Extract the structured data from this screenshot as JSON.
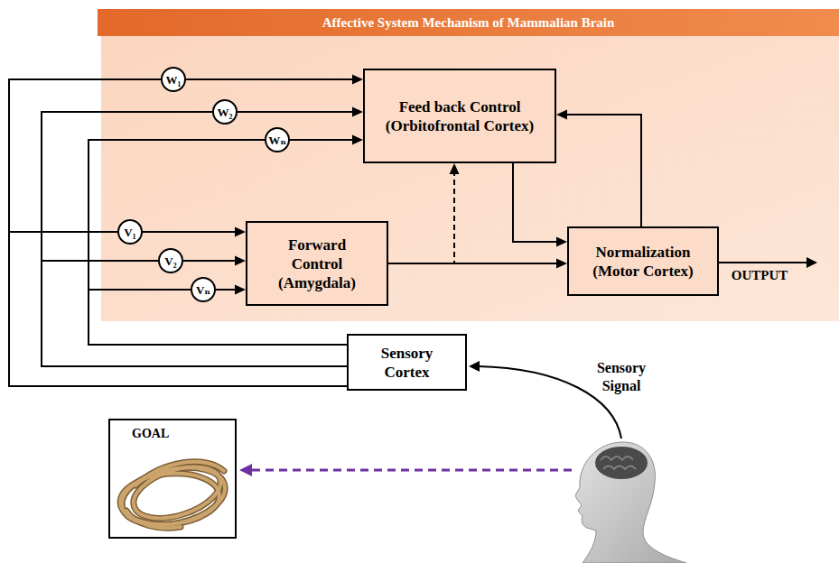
{
  "diagram": {
    "title": "Affective System Mechanism of Mammalian Brain",
    "nodes": [
      {
        "text": [
          "Feed back Control (Orbitofrontal Cortex)"
        ]
      },
      {
        "text": [
          "Forward Control (Amygdala)"
        ]
      },
      {
        "text": [
          "Normalization (Motor Cortex)"
        ]
      },
      {
        "text": [
          "Sensory Cortex"
        ]
      },
      {
        "text": [
          "W₁"
        ]
      },
      {
        "text": [
          "W₂"
        ]
      },
      {
        "text": [
          "Wₙ"
        ]
      },
      {
        "text": [
          "V₁"
        ]
      },
      {
        "text": [
          "V₂"
        ]
      },
      {
        "text": [
          "Vₙ"
        ]
      },
      {
        "text": [
          "GOAL"
        ]
      }
    ],
    "edges": [
      {
        "from": 3,
        "to": 4,
        "arrow": "none"
      },
      {
        "from": 3,
        "to": 5,
        "arrow": "none"
      },
      {
        "from": 3,
        "to": 6,
        "arrow": "none"
      },
      {
        "from": 3,
        "to": 7,
        "arrow": "none"
      },
      {
        "from": 3,
        "to": 8,
        "arrow": "none"
      },
      {
        "from": 3,
        "to": 9,
        "arrow": "none"
      },
      {
        "from": 4,
        "to": 0,
        "arrow": "to"
      },
      {
        "from": 5,
        "to": 0,
        "arrow": "to"
      },
      {
        "from": 6,
        "to": 0,
        "arrow": "to"
      },
      {
        "from": 7,
        "to": 1,
        "arrow": "to"
      },
      {
        "from": 8,
        "to": 1,
        "arrow": "to"
      },
      {
        "from": 9,
        "to": 1,
        "arrow": "to"
      },
      {
        "from": 1,
        "to": 2,
        "arrow": "to"
      },
      {
        "from": 1,
        "to": 0,
        "arrow": "to"
      },
      {
        "from": 0,
        "to": 2,
        "arrow": "to"
      },
      {
        "from": 2,
        "to": 0,
        "arrow": "to"
      }
    ],
    "labels": [
      "Sensory Signal",
      "OUTPUT"
    ]
  }
}
